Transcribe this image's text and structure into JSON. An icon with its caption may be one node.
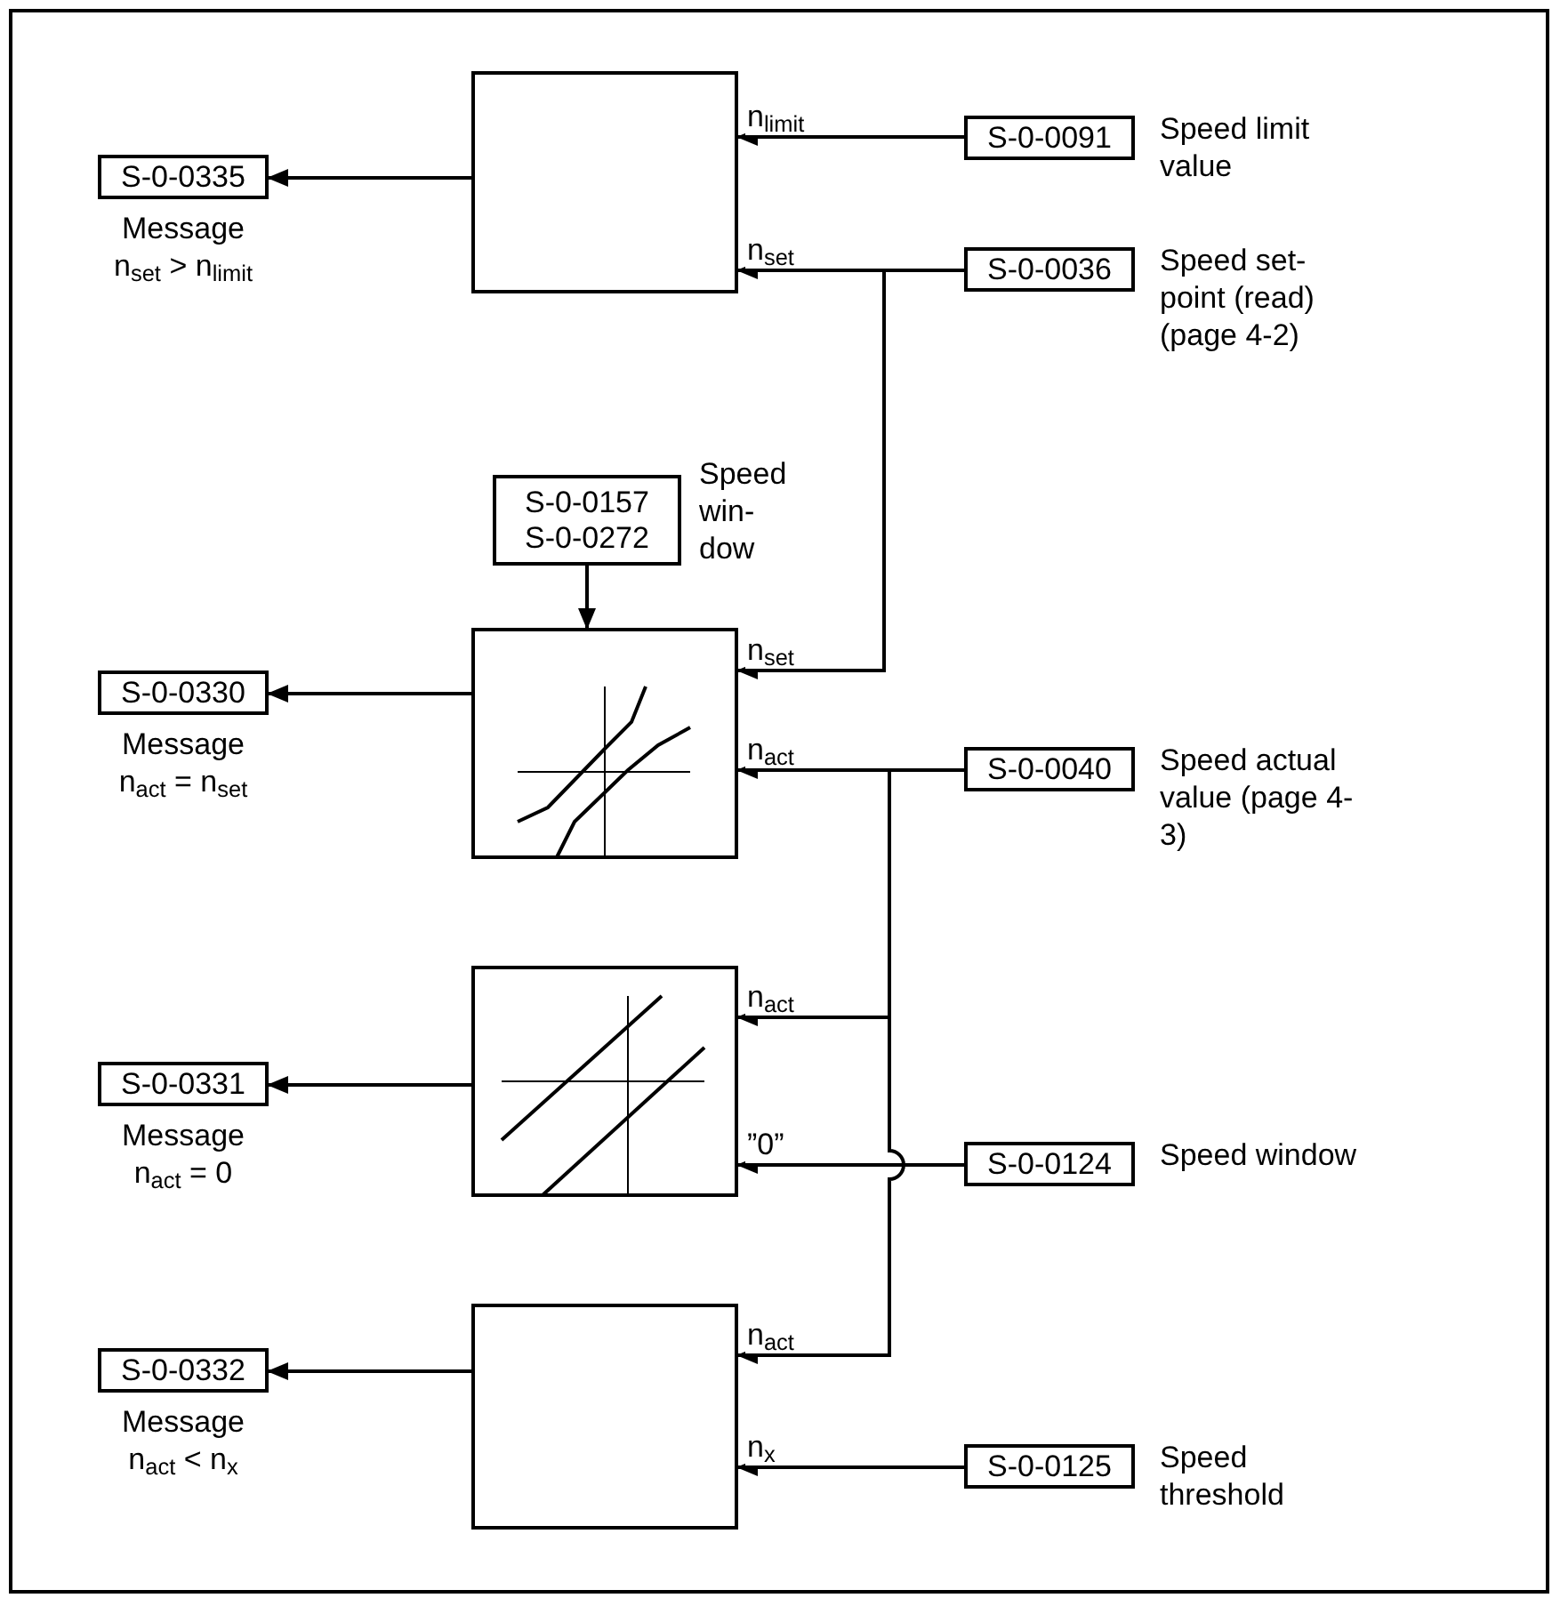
{
  "diagram": {
    "nodes": [
      {
        "text": [],
        "shape": "box"
      },
      {
        "text": [
          "S-0-0091"
        ],
        "beside": [
          "Speed limit value"
        ]
      },
      {
        "text": [
          "S-0-0335"
        ],
        "beside": [
          "Message",
          "n$_{set}$ > n$_{limit}$"
        ]
      },
      {
        "text": [
          "S-0-0036"
        ],
        "beside": [
          "Speed set-point (read) (page 4-2)"
        ]
      },
      {
        "text": [
          "S-0-0157",
          "S-0-0272"
        ],
        "beside": [
          "Speed win- dow"
        ]
      },
      {
        "text": [],
        "shape": "box"
      },
      {
        "text": [
          "S-0-0330"
        ],
        "beside": [
          "Message",
          "n$_{act}$ = n$_{set}$"
        ]
      },
      {
        "text": [
          "S-0-0040"
        ],
        "beside": [
          "Speed actual value (page 4-3)"
        ]
      },
      {
        "text": [],
        "shape": "box"
      },
      {
        "text": [
          "S-0-0331"
        ],
        "beside": [
          "Message",
          "n$_{act}$ = 0"
        ]
      },
      {
        "text": [
          "S-0-0124"
        ],
        "beside": [
          "Speed window"
        ]
      },
      {
        "text": [],
        "shape": "box"
      },
      {
        "text": [
          "S-0-0332"
        ],
        "beside": [
          "Message",
          "n$_{act}$ < n$_{x}$"
        ]
      },
      {
        "text": [
          "S-0-0125"
        ],
        "beside": [
          "Speed threshold"
        ]
      }
    ],
    "edges": [
      {
        "from": 1,
        "to": 0,
        "arrow": "to",
        "label": "n$_{limit}$"
      },
      {
        "from": 3,
        "to": 0,
        "arrow": "to",
        "label": "n$_{set}$"
      },
      {
        "from": 0,
        "to": 2,
        "arrow": "to"
      },
      {
        "from": 4,
        "to": 5,
        "arrow": "to"
      },
      {
        "from": 3,
        "to": 5,
        "arrow": "to",
        "label": "n$_{set}$"
      },
      {
        "from": 5,
        "to": 6,
        "arrow": "to"
      },
      {
        "from": 7,
        "to": 5,
        "arrow": "to",
        "label": "n$_{act}$"
      },
      {
        "from": 7,
        "to": 8,
        "arrow": "to",
        "label": "n$_{act}$"
      },
      {
        "from": 10,
        "to": 8,
        "arrow": "to",
        "label": "”0”"
      },
      {
        "from": 8,
        "to": 9,
        "arrow": "to"
      },
      {
        "from": 7,
        "to": 11,
        "arrow": "to",
        "label": "n$_{act}$"
      },
      {
        "from": 13,
        "to": 11,
        "arrow": "to",
        "label": "n$_{x}$"
      },
      {
        "from": 11,
        "to": 12,
        "arrow": "to"
      }
    ]
  }
}
